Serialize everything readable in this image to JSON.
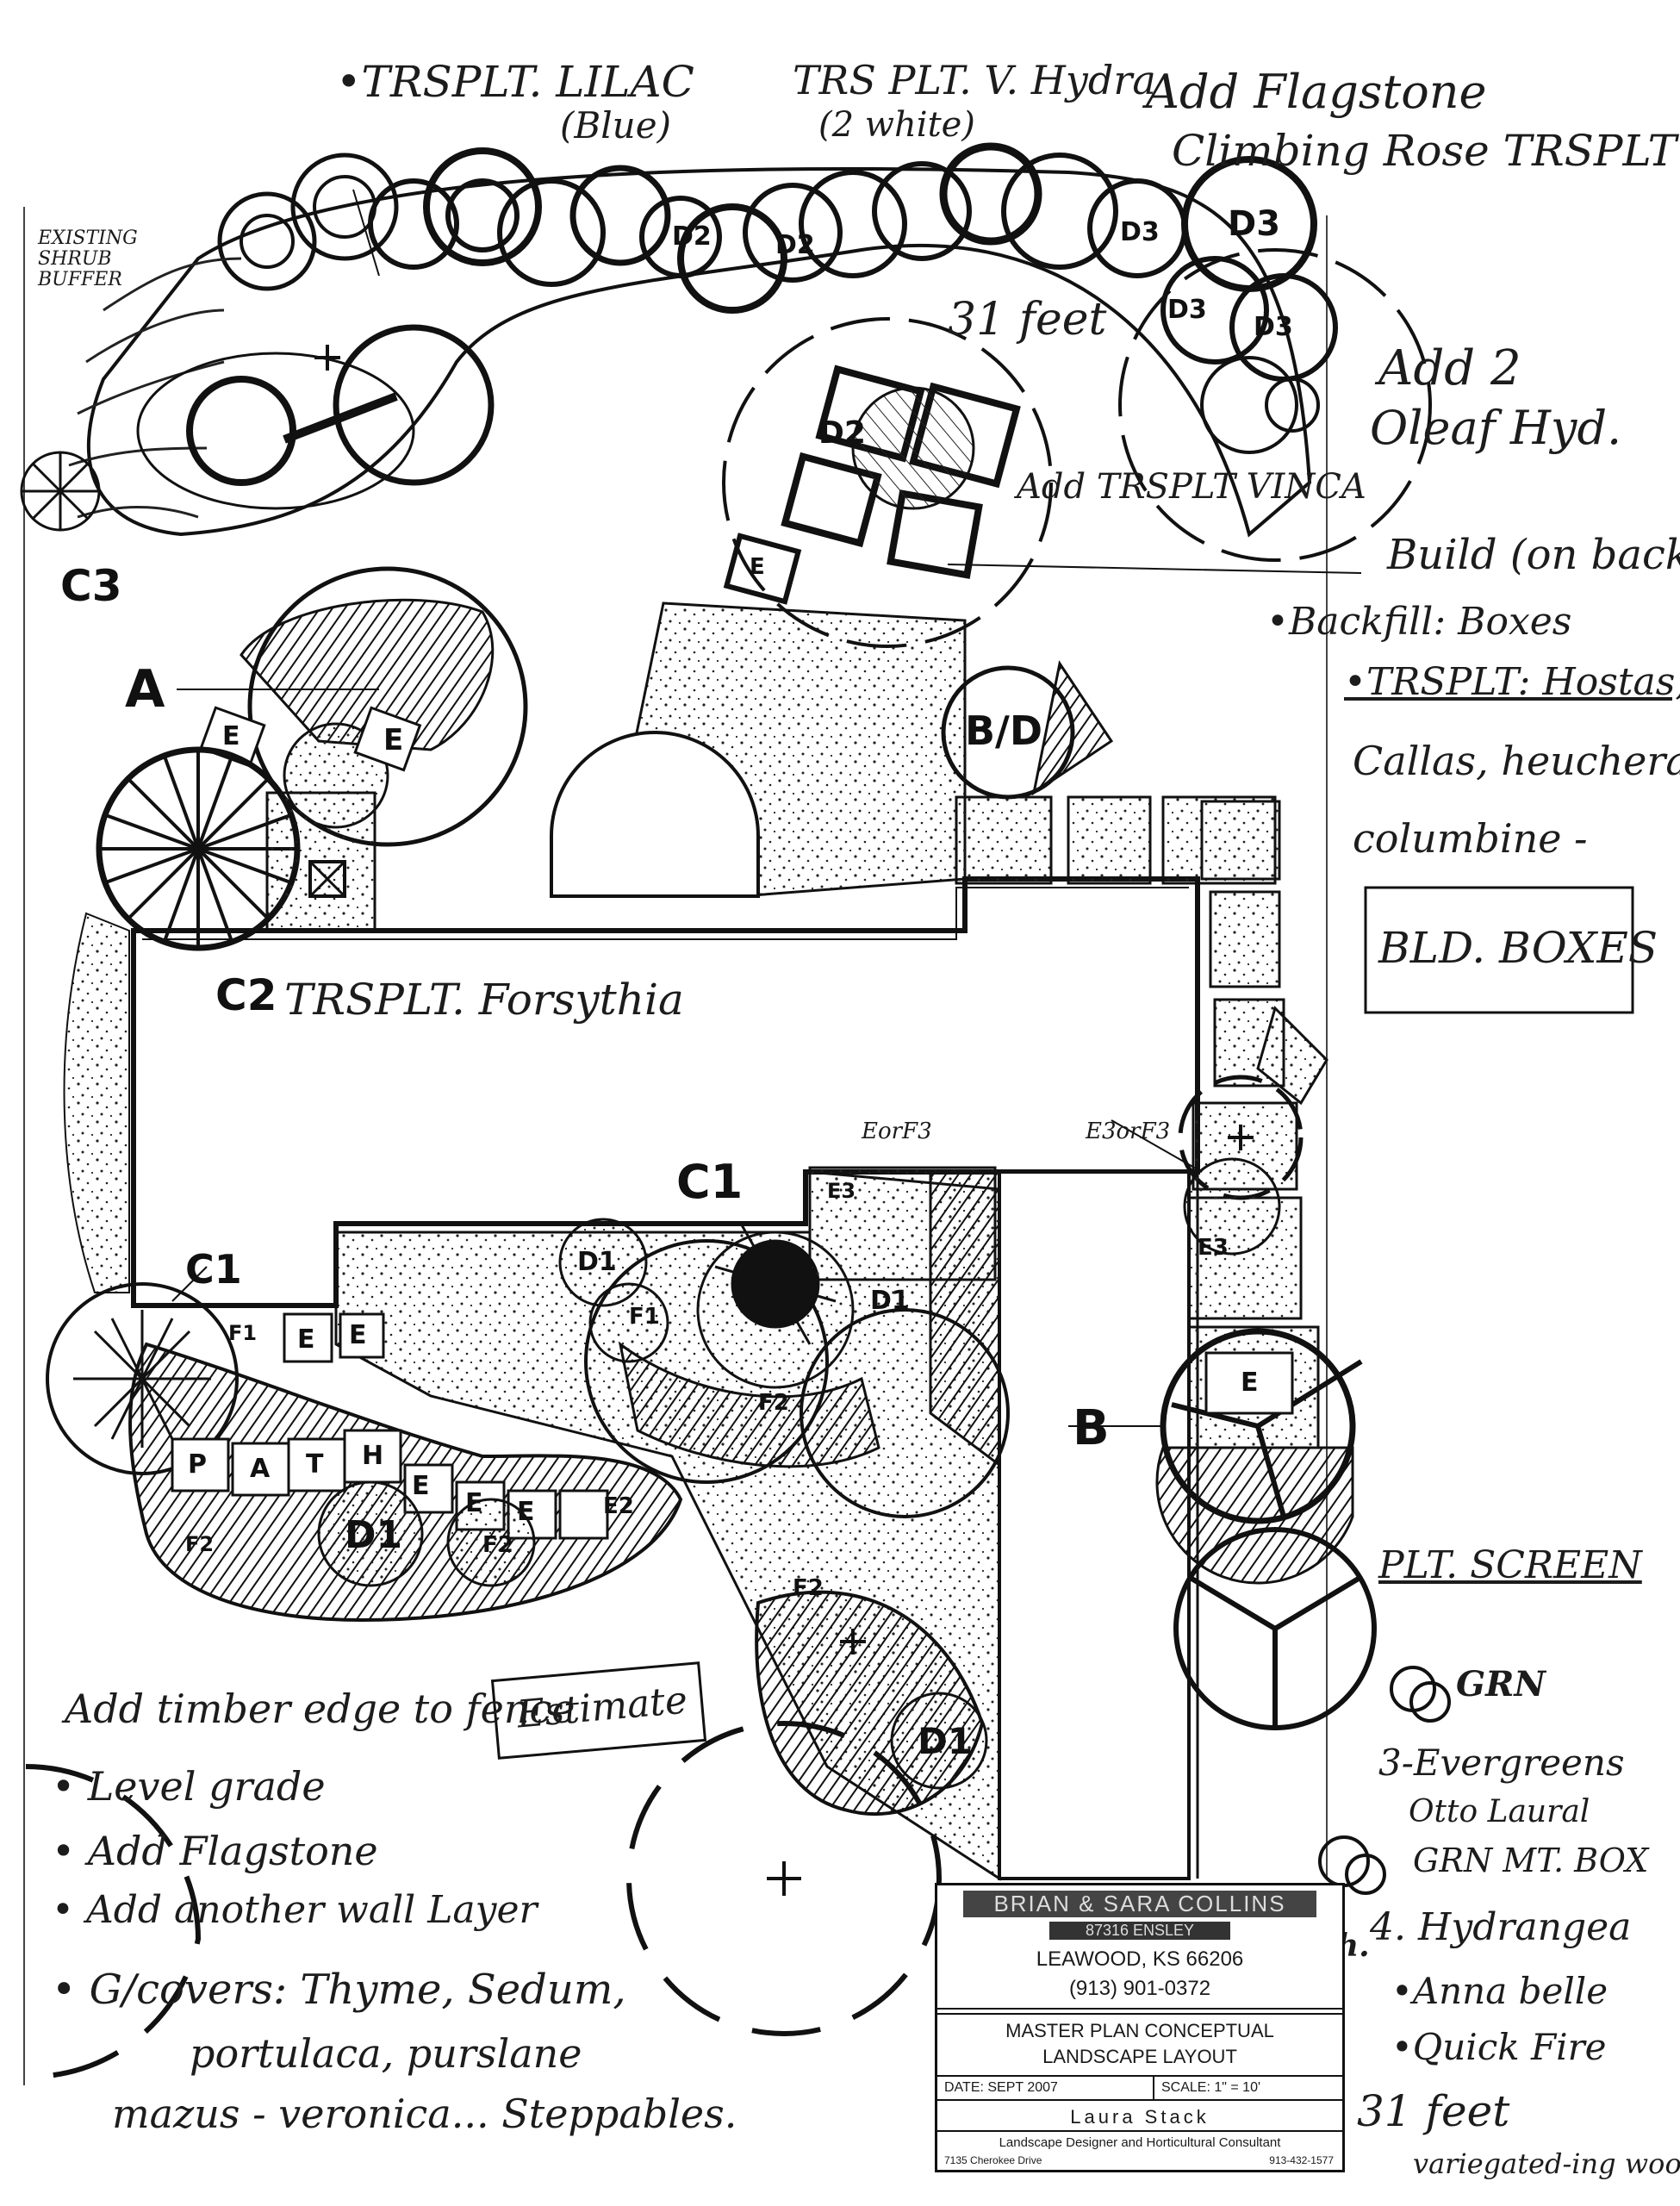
{
  "notes_top": {
    "lilac": "•TRSPLT. LILAC",
    "lilac_sub": "(Blue)",
    "hydra": "TRS PLT. V. Hydra",
    "hydra_sub": "(2 white)",
    "flagstone": "Add Flagstone",
    "rose": "Climbing Rose TRSPLT",
    "buffer": "EXISTING SHRUB BUFFER"
  },
  "notes_right": {
    "add2": "Add 2",
    "oleaf": "Oleaf Hyd.",
    "build": "Build (on back",
    "backfill": "•Backfill: Boxes",
    "hostas": "•TRSPLT: Hostas,",
    "callas": "Callas, heuchera",
    "columbine": "columbine -",
    "bldboxes": "BLD. BOXES",
    "pltscreen": "PLT. SCREEN",
    "grn": "GRN",
    "ever3": "3-Evergreens",
    "otto": "Otto Laural",
    "grnmt": "GRN MT. BOX",
    "hyd4": "4. Hydrangea",
    "annabelle": "•Anna belle",
    "quickfire": "•Quick Fire",
    "wh": "wh.",
    "ft31": "31 feet",
    "variegated": "variegated-ing wood"
  },
  "notes_left": {
    "timber": "Add timber edge to fence",
    "level": "• Level grade",
    "addflag": "• Add Flagstone",
    "wall": "• Add another wall Layer",
    "gcovers": "• G/covers: Thyme, Sedum,",
    "portulaca": "portulaca, purslane",
    "mazus": "mazus - veronica... Steppables.",
    "estimate": "Estimate"
  },
  "notes_mid": {
    "ft31": "31 feet",
    "vinca": "Add TRSPLT VINCA",
    "forsythia": "TRSPLT. Forsythia",
    "eorf3_a": "EorF3",
    "eorf3_b": "E3orF3"
  },
  "plant_labels": {
    "a": "A",
    "b": "B",
    "c1a": "C1",
    "c1b": "C1",
    "c2": "C2",
    "c3": "C3",
    "bd": "B/D",
    "d1a": "D1",
    "d1b": "D1",
    "d1c": "D1",
    "d1d": "D1",
    "d2a": "D2",
    "d2b": "D2",
    "d2c": "D2",
    "d3a": "D3",
    "d3b": "D3",
    "d3c": "D3",
    "d3d": "D3",
    "e1": "E",
    "e2": "E",
    "e3": "E",
    "e4": "E",
    "e5": "E",
    "e6": "E",
    "e7": "E",
    "e8": "E",
    "e9": "E",
    "f2a": "F2",
    "f2b": "F2",
    "f2c": "F2",
    "f2d": "F2",
    "f1a": "F1",
    "f1b": "F1",
    "e2a": "E2",
    "e3a": "E3",
    "e3b": "E3",
    "path1": "P",
    "path2": "A",
    "path3": "T",
    "path4": "H"
  },
  "title_block": {
    "client": "BRIAN & SARA COLLINS",
    "street": "87316 ENSLEY",
    "city": "LEAWOOD, KS  66206",
    "phone": "(913) 901-0372",
    "plan1": "MASTER PLAN CONCEPTUAL",
    "plan2": "LANDSCAPE LAYOUT",
    "date": "DATE: SEPT 2007",
    "scale": "SCALE: 1\" = 10'",
    "designer": "Laura Stack",
    "role": "Landscape Designer and Horticultural Consultant",
    "addr": "7135 Cherokee Drive",
    "dphone": "913-432-1577"
  }
}
